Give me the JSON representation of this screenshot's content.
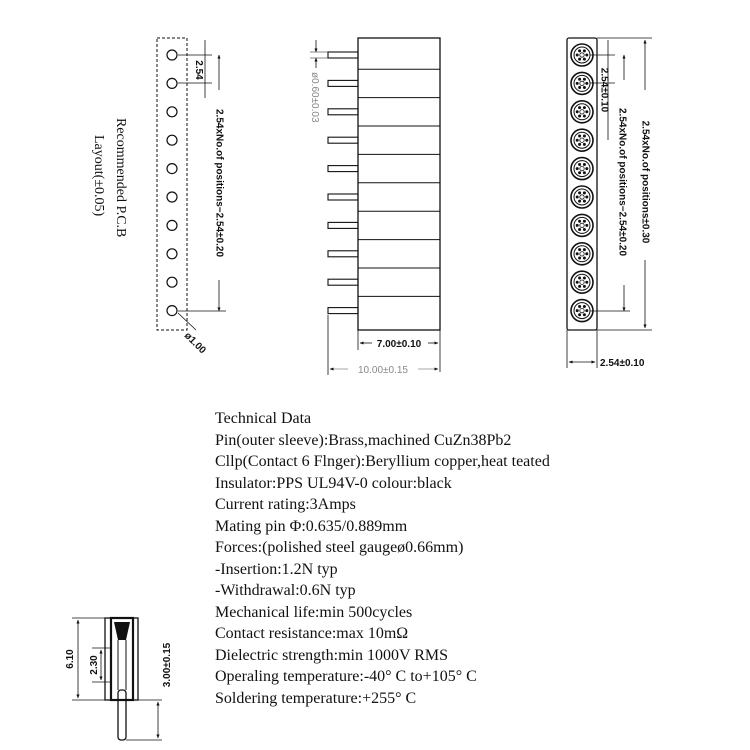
{
  "left_view": {
    "pitch_label": "2.54",
    "length_label": "2.54xNo.of  positions−2.54±0.20",
    "hole_diameter_label": "ø1.00",
    "caption_line1": "Recommended  P.C.B",
    "caption_line2": "Layout(±0.05)"
  },
  "middle_view": {
    "pin_diameter_label": "ø0.60±0.03",
    "depth_label": "7.00±0.10",
    "total_label": "10.00±0.15"
  },
  "right_view": {
    "pitch_label": "2.54±0.10",
    "inner_length_label": "2.54xNo.of  positions−2.54±0.20",
    "outer_length_label": "2.54xNo.of  positions±0.30",
    "width_label": "2.54±0.10"
  },
  "bottom_view": {
    "height_label": "6.10",
    "inner_label": "2.30",
    "pin_label": "3.00±0.15"
  },
  "technical_data": [
    "Technical Data",
    "Pin(outer sleeve):Brass,machined CuZn38Pb2",
    "Cllp(Contact 6 Flnger):Beryllium copper,heat teated",
    "Insulator:PPS UL94V-0 colour:black",
    "Current rating:3Amps",
    "Mating pin Φ:0.635/0.889mm",
    "Forces:(polished steel gaugeø0.66mm)",
    "-Insertion:1.2N typ",
    "-Withdrawal:0.6N typ",
    "Mechanical life:min 500cycles",
    "Contact resistance:max 10mΩ",
    "Dielectric strength:min 1000V RMS",
    "Operaling temperature:-40° C  to+105° C",
    "Soldering temperature:+255° C"
  ]
}
